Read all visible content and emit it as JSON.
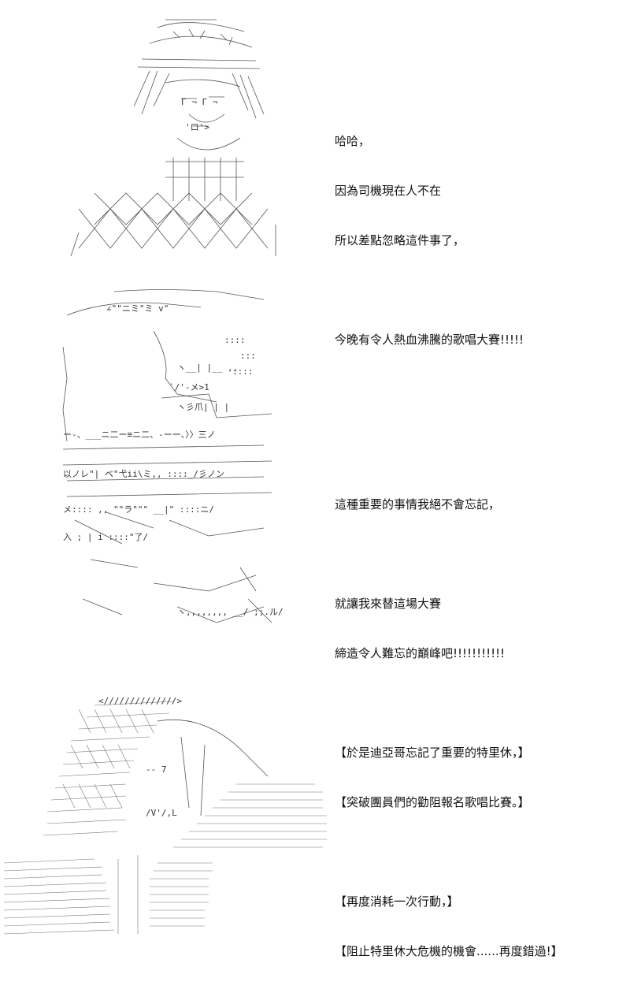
{
  "panels": [
    {
      "art": {
        "subject": "character-capped-head-ascii-art"
      },
      "dialogue": [
        "哈哈，",
        "因為司機現在人不在",
        "所以差點忽略這件事了，",
        "",
        "今晚有令人熱血沸騰的歌唱大賽!!!!!"
      ]
    },
    {
      "art": {
        "subject": "character-closeup-face-ascii-art"
      },
      "dialogue": [
        "這種重要的事情我絕不會忘記，",
        "",
        "就讓我來替這場大賽",
        "締造令人難忘的巔峰吧!!!!!!!!!!!"
      ]
    },
    {
      "art": {
        "subject": "character-hand-on-head-ascii-art"
      },
      "narration": [
        "【於是迪亞哥忘記了重要的特里休，】",
        "【突破團員們的勸阻報名歌唱比賽。】",
        "",
        "【再度消耗一次行動，】",
        "【阻止特里休大危機的機會......再度錯過!】"
      ]
    }
  ]
}
